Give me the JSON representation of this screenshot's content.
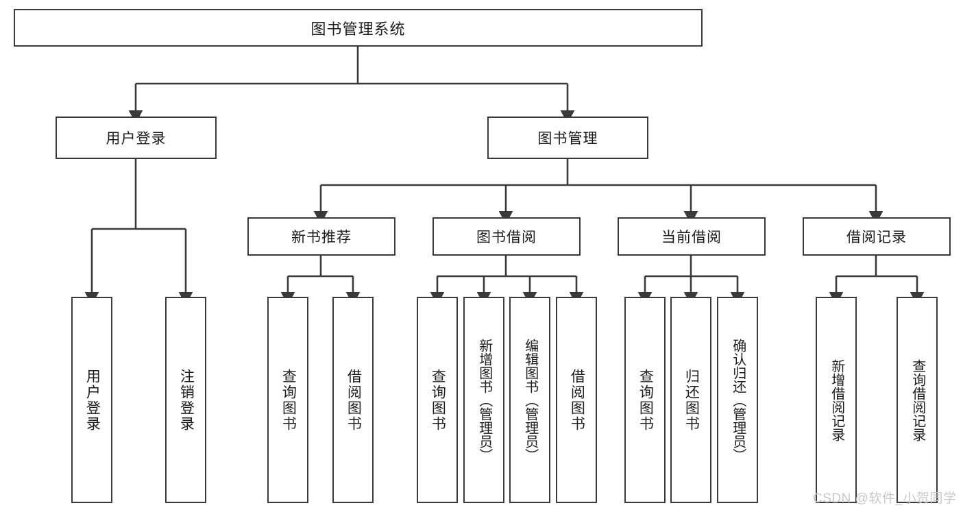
{
  "diagram": {
    "title": "图书管理系统",
    "type": "tree-hierarchy",
    "colors": {
      "box_border": "#3a3a3a",
      "box_fill": "#ffffff",
      "connector": "#3a3a3a",
      "text": "#1d1d1d",
      "watermark": "#c9c9c9",
      "background": "#ffffff"
    },
    "root": {
      "label": "图书管理系统"
    },
    "level2": [
      {
        "label": "用户登录"
      },
      {
        "label": "图书管理"
      }
    ],
    "level3": [
      {
        "label": "新书推荐"
      },
      {
        "label": "图书借阅"
      },
      {
        "label": "当前借阅"
      },
      {
        "label": "借阅记录"
      }
    ],
    "leaves": {
      "user_login": [
        {
          "label": "用户登录"
        },
        {
          "label": "注销登录"
        }
      ],
      "new_book_recommend": [
        {
          "label": "查询图书"
        },
        {
          "label": "借阅图书"
        }
      ],
      "book_borrow": [
        {
          "label": "查询图书"
        },
        {
          "label": "新增图书（管理员）"
        },
        {
          "label": "编辑图书（管理员）"
        },
        {
          "label": "借阅图书"
        }
      ],
      "current_borrow": [
        {
          "label": "查询图书"
        },
        {
          "label": "归还图书"
        },
        {
          "label": "确认归还（管理员）"
        }
      ],
      "borrow_record": [
        {
          "label": "新增借阅记录"
        },
        {
          "label": "查询借阅记录"
        }
      ]
    }
  },
  "watermark": {
    "text": "CSDN @软件_小贺同学"
  }
}
